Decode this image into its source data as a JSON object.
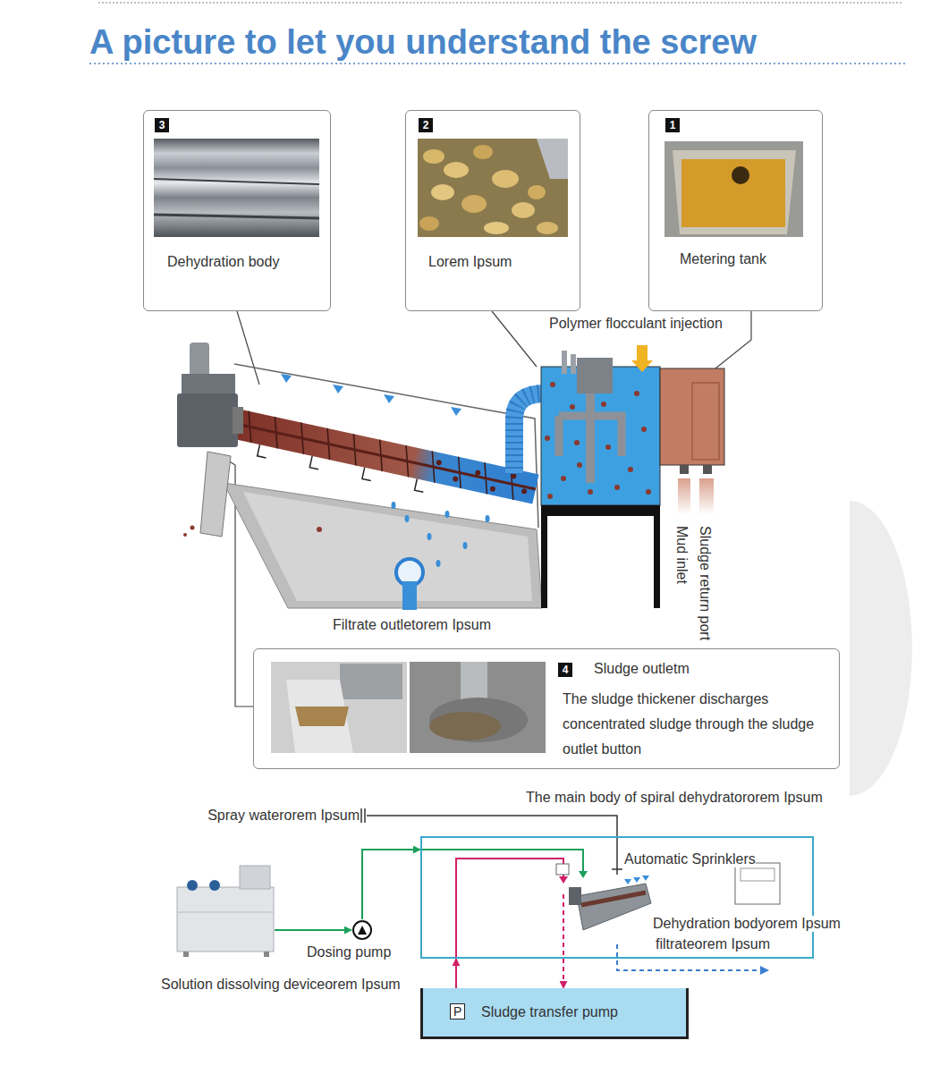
{
  "diagram": {
    "title": "A picture to let you understand the screw",
    "nodes": [
      {
        "text": [
          "3",
          "Dehydration body"
        ]
      },
      {
        "text": [
          "2",
          "Lorem Ipsum"
        ]
      },
      {
        "text": [
          "1",
          "Metering tank"
        ]
      },
      {
        "text": [
          "4",
          "Sludge outletm",
          "The sludge thickener discharges concentrated sludge through the sludge outlet button"
        ]
      },
      {
        "text": [
          "The main body of spiral dehydratororem Ipsum"
        ]
      },
      {
        "text": [
          "Solution dissolving deviceorem Ipsum"
        ]
      },
      {
        "text": [
          "Dosing pump"
        ]
      },
      {
        "text": [
          "P",
          "Sludge transfer pump"
        ]
      }
    ],
    "edges": [
      {
        "from": 5,
        "to": 6,
        "arrow": "to"
      },
      {
        "from": 6,
        "to": 4,
        "arrow": "to"
      },
      {
        "from": 7,
        "to": 4,
        "arrow": "to"
      },
      {
        "from": 4,
        "to": 7,
        "arrow": "to"
      }
    ],
    "labels": [
      "Polymer flocculant injection",
      "Mud inlet",
      "Sludge return port",
      "Filtrate outletorem Ipsum",
      "Spray waterorem Ipsum",
      "Automatic Sprinklers",
      "Dehydration bodyorem Ipsum",
      "filtrateorem Ipsum"
    ]
  }
}
